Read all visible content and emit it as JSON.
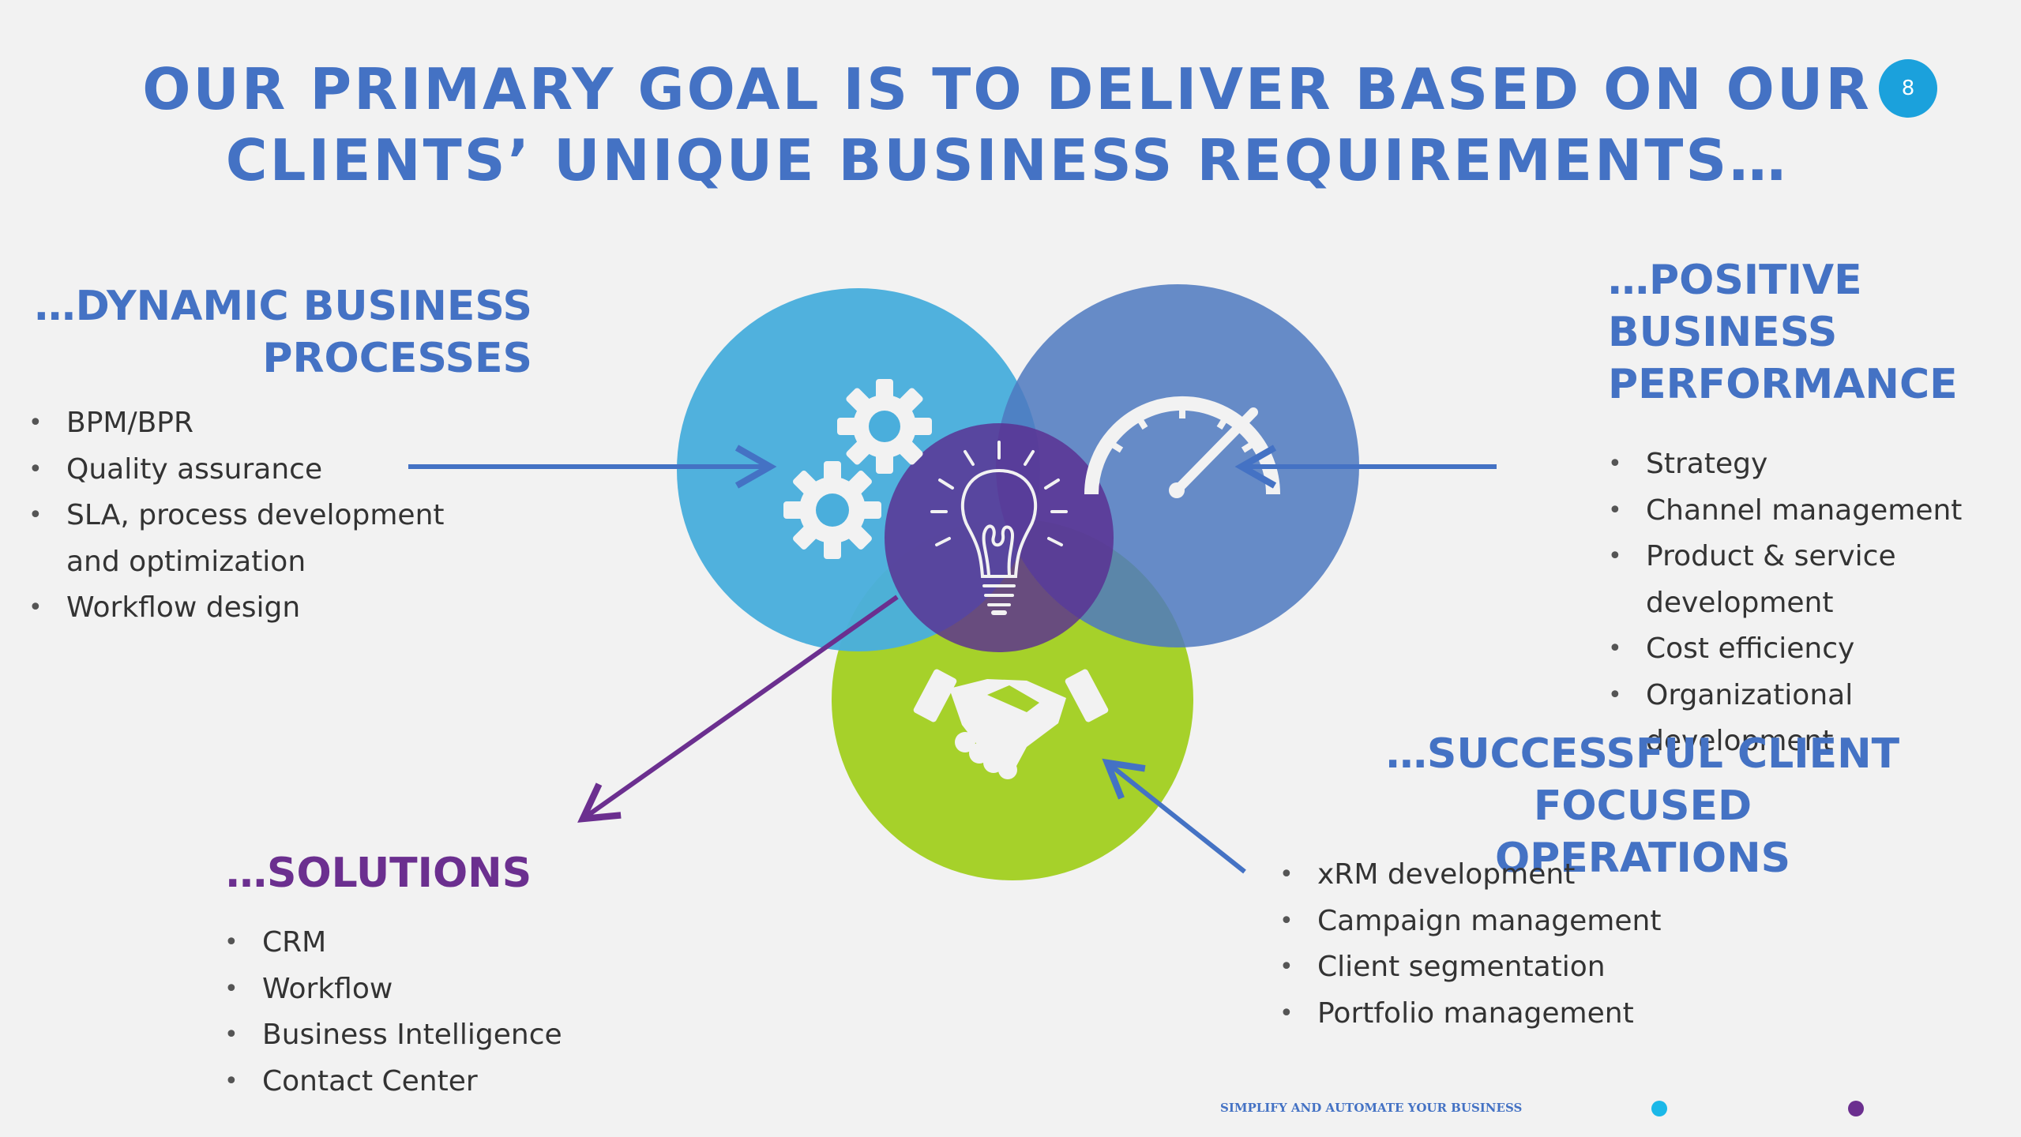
{
  "slide": {
    "title_lines": [
      "OUR PRIMARY GOAL IS TO DELIVER BASED ON OUR",
      "CLIENTS’ UNIQUE BUSINESS REQUIREMENTS…"
    ],
    "page_number": "8"
  },
  "sections": {
    "dynamic": {
      "heading_lines": [
        "…DYNAMIC BUSINESS",
        "PROCESSES"
      ],
      "items": [
        "BPM/BPR",
        "Quality assurance",
        "SLA, process development",
        "and optimization",
        "Workflow design"
      ]
    },
    "positive": {
      "heading_lines": [
        "…POSITIVE",
        "BUSINESS",
        "PERFORMANCE"
      ],
      "items": [
        "Strategy",
        "Channel management",
        "Product & service",
        "development",
        "Cost efficiency",
        "Organizational development"
      ]
    },
    "solutions": {
      "heading": "…SOLUTIONS",
      "items": [
        "CRM",
        "Workflow",
        "Business Intelligence",
        "Contact Center"
      ]
    },
    "successful": {
      "heading_lines": [
        "…SUCCESSFUL CLIENT FOCUSED",
        "OPERATIONS"
      ],
      "items": [
        "xRM development",
        "Campaign management",
        "Client segmentation",
        "Portfolio management"
      ]
    }
  },
  "diagram": {
    "icons": [
      "gears-icon",
      "speedometer-icon",
      "handshake-icon",
      "lightbulb-icon"
    ],
    "colors": {
      "processes_circle": "#4aaedc",
      "performance_circle": "#5b84c4",
      "operations_circle": "#a6d12a",
      "solutions_circle": "#5a2e91",
      "title_blue": "#4472c4",
      "solutions_purple": "#6b2f8f"
    }
  },
  "footer": {
    "tagline": "SIMPLIFY AND AUTOMATE YOUR BUSINESS",
    "dot_colors": [
      "#1bb8e8",
      "#6b2f8f"
    ]
  }
}
